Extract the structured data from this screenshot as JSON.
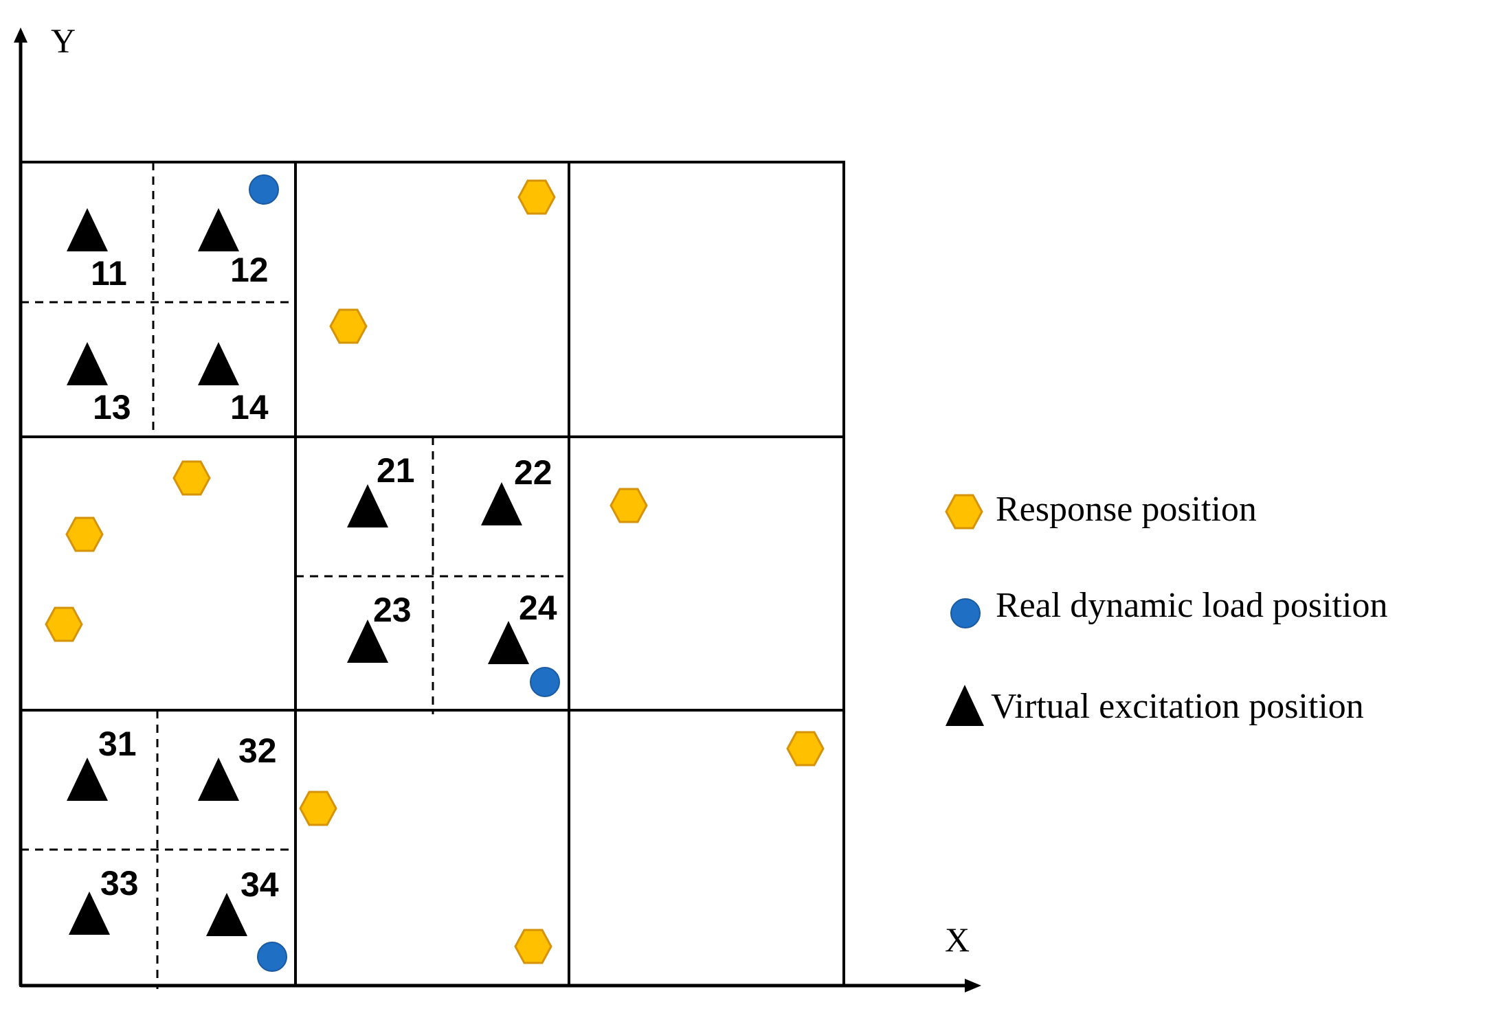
{
  "axes": {
    "x_label": "X",
    "y_label": "Y"
  },
  "colors": {
    "line": "#000000",
    "hexagon_fill": "#FFC000",
    "hexagon_stroke": "#D4930A",
    "circle_fill": "#1F6FC5",
    "circle_stroke": "#1A5AA0",
    "triangle": "#000000"
  },
  "excitation_labels": [
    "11",
    "12",
    "13",
    "14",
    "21",
    "22",
    "23",
    "24",
    "31",
    "32",
    "33",
    "34"
  ],
  "legend": {
    "response": "Response position",
    "real_load": "Real dynamic load position",
    "virtual_excitation": "Virtual excitation position"
  }
}
